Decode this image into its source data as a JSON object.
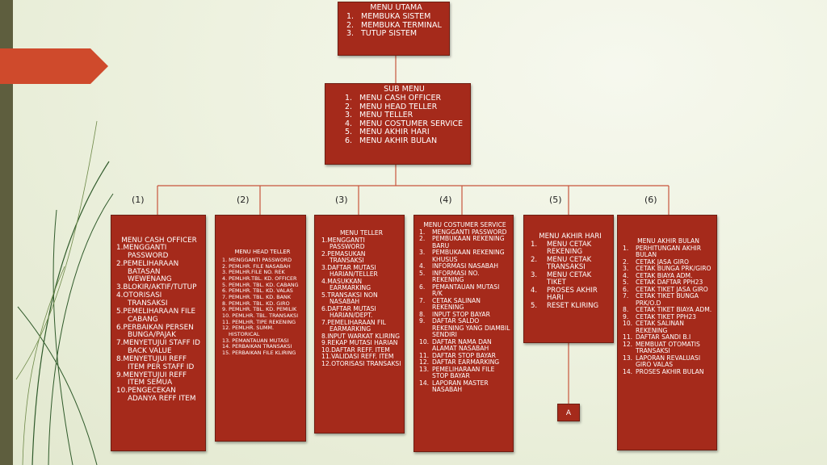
{
  "menu_utama": {
    "title": "MENU UTAMA",
    "items": [
      {
        "n": "1.",
        "t": "MEMBUKA SISTEM"
      },
      {
        "n": "2.",
        "t": "MEMBUKA TERMINAL"
      },
      {
        "n": "3.",
        "t": "TUTUP SISTEM"
      }
    ]
  },
  "sub_menu": {
    "title": "SUB MENU",
    "items": [
      {
        "n": "1.",
        "t": "MENU CASH OFFICER"
      },
      {
        "n": "2.",
        "t": "MENU HEAD TELLER"
      },
      {
        "n": "3.",
        "t": "MENU TELLER"
      },
      {
        "n": "4.",
        "t": "MENU COSTUMER SERVICE"
      },
      {
        "n": "5.",
        "t": "MENU AKHIR HARI"
      },
      {
        "n": "6.",
        "t": "MENU AKHIR BULAN"
      }
    ]
  },
  "branch_labels": [
    "(1)",
    "(2)",
    "(3)",
    "(4)",
    "(5)",
    "(6)"
  ],
  "cash_officer": {
    "title": "MENU CASH OFFICER",
    "items": [
      {
        "n": "1.",
        "t": "MENGGANTI PASSWORD"
      },
      {
        "n": "2.",
        "t": "PEMELIHARAAN BATASAN WEWENANG"
      },
      {
        "n": "3.",
        "t": "BLOKIR/AKTIF/TUTUP"
      },
      {
        "n": "4.",
        "t": "OTORISASI TRANSAKSI"
      },
      {
        "n": "5.",
        "t": "PEMELIHARAAN FILE CABANG"
      },
      {
        "n": "6.",
        "t": "PERBAIKAN PERSEN BUNGA/PAJAK"
      },
      {
        "n": "7.",
        "t": "MENYETUJUI STAFF ID BACK VALUE"
      },
      {
        "n": "8.",
        "t": "MENYETUJUI REFF ITEM PER STAFF ID"
      },
      {
        "n": "9.",
        "t": "MENYETUJUI REFF ITEM SEMUA"
      },
      {
        "n": "10.",
        "t": "PENGECEKAN ADANYA REFF ITEM"
      }
    ]
  },
  "head_teller": {
    "title": "MENU HEAD TELLER",
    "items": [
      {
        "n": "1.",
        "t": "MENGGANTI PASSWORD"
      },
      {
        "n": "2.",
        "t": "PEMLHR. FILE NASABAH"
      },
      {
        "n": "3.",
        "t": "PEMLHR.FILE NO. REK"
      },
      {
        "n": "4.",
        "t": "PEMLHR.TBL. KD. OFFICER"
      },
      {
        "n": "5.",
        "t": "PEMLHR. TBL. KD. CABANG"
      },
      {
        "n": "6.",
        "t": "PEMLHR. TBL. KD. VALAS"
      },
      {
        "n": "7.",
        "t": "PEMLHR. TBL. KD. BANK"
      },
      {
        "n": "8.",
        "t": "PEMLHR. TBL. KD. GIRO"
      },
      {
        "n": "9.",
        "t": "PEMLHR. TBL. KD. PEMILIK"
      },
      {
        "n": "10.",
        "t": "PEMLHR. TBL. TRANSAKSI"
      },
      {
        "n": "11.",
        "t": "PEMLHR. TIPE REKENING"
      },
      {
        "n": "12.",
        "t": "PEMLHR. SUMM. HISTORICAL"
      },
      {
        "n": "13.",
        "t": "PEMANTAUAN MUTASI"
      },
      {
        "n": "14.",
        "t": "PERBAIKAN TRANSAKSI"
      },
      {
        "n": "15.",
        "t": "PERBAIKAN FILE KLIRING"
      }
    ]
  },
  "teller": {
    "title": "MENU TELLER",
    "items": [
      {
        "n": "1.",
        "t": "MENGGANTI PASSWORD"
      },
      {
        "n": "2.",
        "t": "PEMASUKAN TRANSAKSI"
      },
      {
        "n": "3.",
        "t": "DAFTAR MUTASI HARIAN/TELLER"
      },
      {
        "n": "4.",
        "t": "MASUKKAN EARMARKING"
      },
      {
        "n": "5.",
        "t": "TRANSAKSI NON NASABAH"
      },
      {
        "n": "6.",
        "t": "DAFTAR MUTASI HARIAN/DEPT."
      },
      {
        "n": "7.",
        "t": "PEMELIHARAAN FIL EARMARKING"
      },
      {
        "n": "8.",
        "t": "INPUT WARKAT KLIRING"
      },
      {
        "n": "9.",
        "t": "REKAP MUTASI HARIAN"
      },
      {
        "n": "10.",
        "t": "DAFTAR REFF. ITEM"
      },
      {
        "n": "11.",
        "t": "VALIDASI REFF. ITEM"
      },
      {
        "n": "12.",
        "t": "OTORISASI TRANSAKSI"
      }
    ]
  },
  "costumer_service": {
    "title": "MENU COSTUMER SERVICE",
    "items": [
      {
        "n": "1.",
        "t": "MENGGANTI PASSWORD"
      },
      {
        "n": "2.",
        "t": "PEMBUKAAN REKENING BARU"
      },
      {
        "n": "3.",
        "t": "PEMBUKAAN REKENING KHUSUS"
      },
      {
        "n": "4.",
        "t": "INFORMASI NASABAH"
      },
      {
        "n": "5.",
        "t": "INFORMASI NO. REKENING"
      },
      {
        "n": "6.",
        "t": "PEMANTAUAN MUTASI R/K"
      },
      {
        "n": "7.",
        "t": "CETAK SALINAN REKENING"
      },
      {
        "n": "8.",
        "t": "INPUT STOP BAYAR"
      },
      {
        "n": "9.",
        "t": "DAFTAR SALDO REKENING YANG DIAMBIL SENDIRI"
      },
      {
        "n": "10.",
        "t": "DAFTAR NAMA DAN ALAMAT NASABAH"
      },
      {
        "n": "11.",
        "t": "DAFTAR STOP BAYAR"
      },
      {
        "n": "12.",
        "t": "DAFTAR EARMARKING"
      },
      {
        "n": "13.",
        "t": "PEMELIHARAAN FILE STOP BAYAR"
      },
      {
        "n": "14.",
        "t": "LAPORAN MASTER NASABAH"
      }
    ]
  },
  "akhir_hari": {
    "title": "MENU AKHIR HARI",
    "items": [
      {
        "n": "1.",
        "t": "MENU CETAK REKENING"
      },
      {
        "n": "2.",
        "t": "MENU CETAK TRANSAKSI"
      },
      {
        "n": "3.",
        "t": "MENU CETAK TIKET"
      },
      {
        "n": "4.",
        "t": "PROSES AKHIR HARI"
      },
      {
        "n": "5.",
        "t": "RESET KLIRING"
      }
    ]
  },
  "akhir_bulan": {
    "title": "MENU AKHIR BULAN",
    "items": [
      {
        "n": "1.",
        "t": "PERHITUNGAN AKHIR BULAN"
      },
      {
        "n": "2.",
        "t": "CETAK JASA GIRO"
      },
      {
        "n": "3.",
        "t": "CETAK BUNGA PRK/GIRO"
      },
      {
        "n": "4.",
        "t": "CETAK BIAYA ADM."
      },
      {
        "n": "5.",
        "t": "CETAK DAFTAR PPH23"
      },
      {
        "n": "6.",
        "t": "CETAK TIKET JASA GIRO"
      },
      {
        "n": "7.",
        "t": "CETAK TIKET BUNGA PRK/O.D"
      },
      {
        "n": "8.",
        "t": "CETAK TIKET BIAYA ADM."
      },
      {
        "n": "9.",
        "t": "CETAK TIKET PPH23"
      },
      {
        "n": "10.",
        "t": "CETAK SALINAN REKENING"
      },
      {
        "n": "11.",
        "t": "DAFTAR SANDI B.I"
      },
      {
        "n": "12.",
        "t": "MEMBUAT OTOMATIS TRANSAKSI"
      },
      {
        "n": "13.",
        "t": "LAPORAN REVALUASI GIRO VALAS"
      },
      {
        "n": "14.",
        "t": "PROSES AKHIR BULAN"
      }
    ]
  },
  "connector_a": "A",
  "colors": {
    "box_fill": "#a52a1b",
    "arrow": "#cf4a2c",
    "line": "#c8553c",
    "sidebar": "#5e5e3e"
  }
}
